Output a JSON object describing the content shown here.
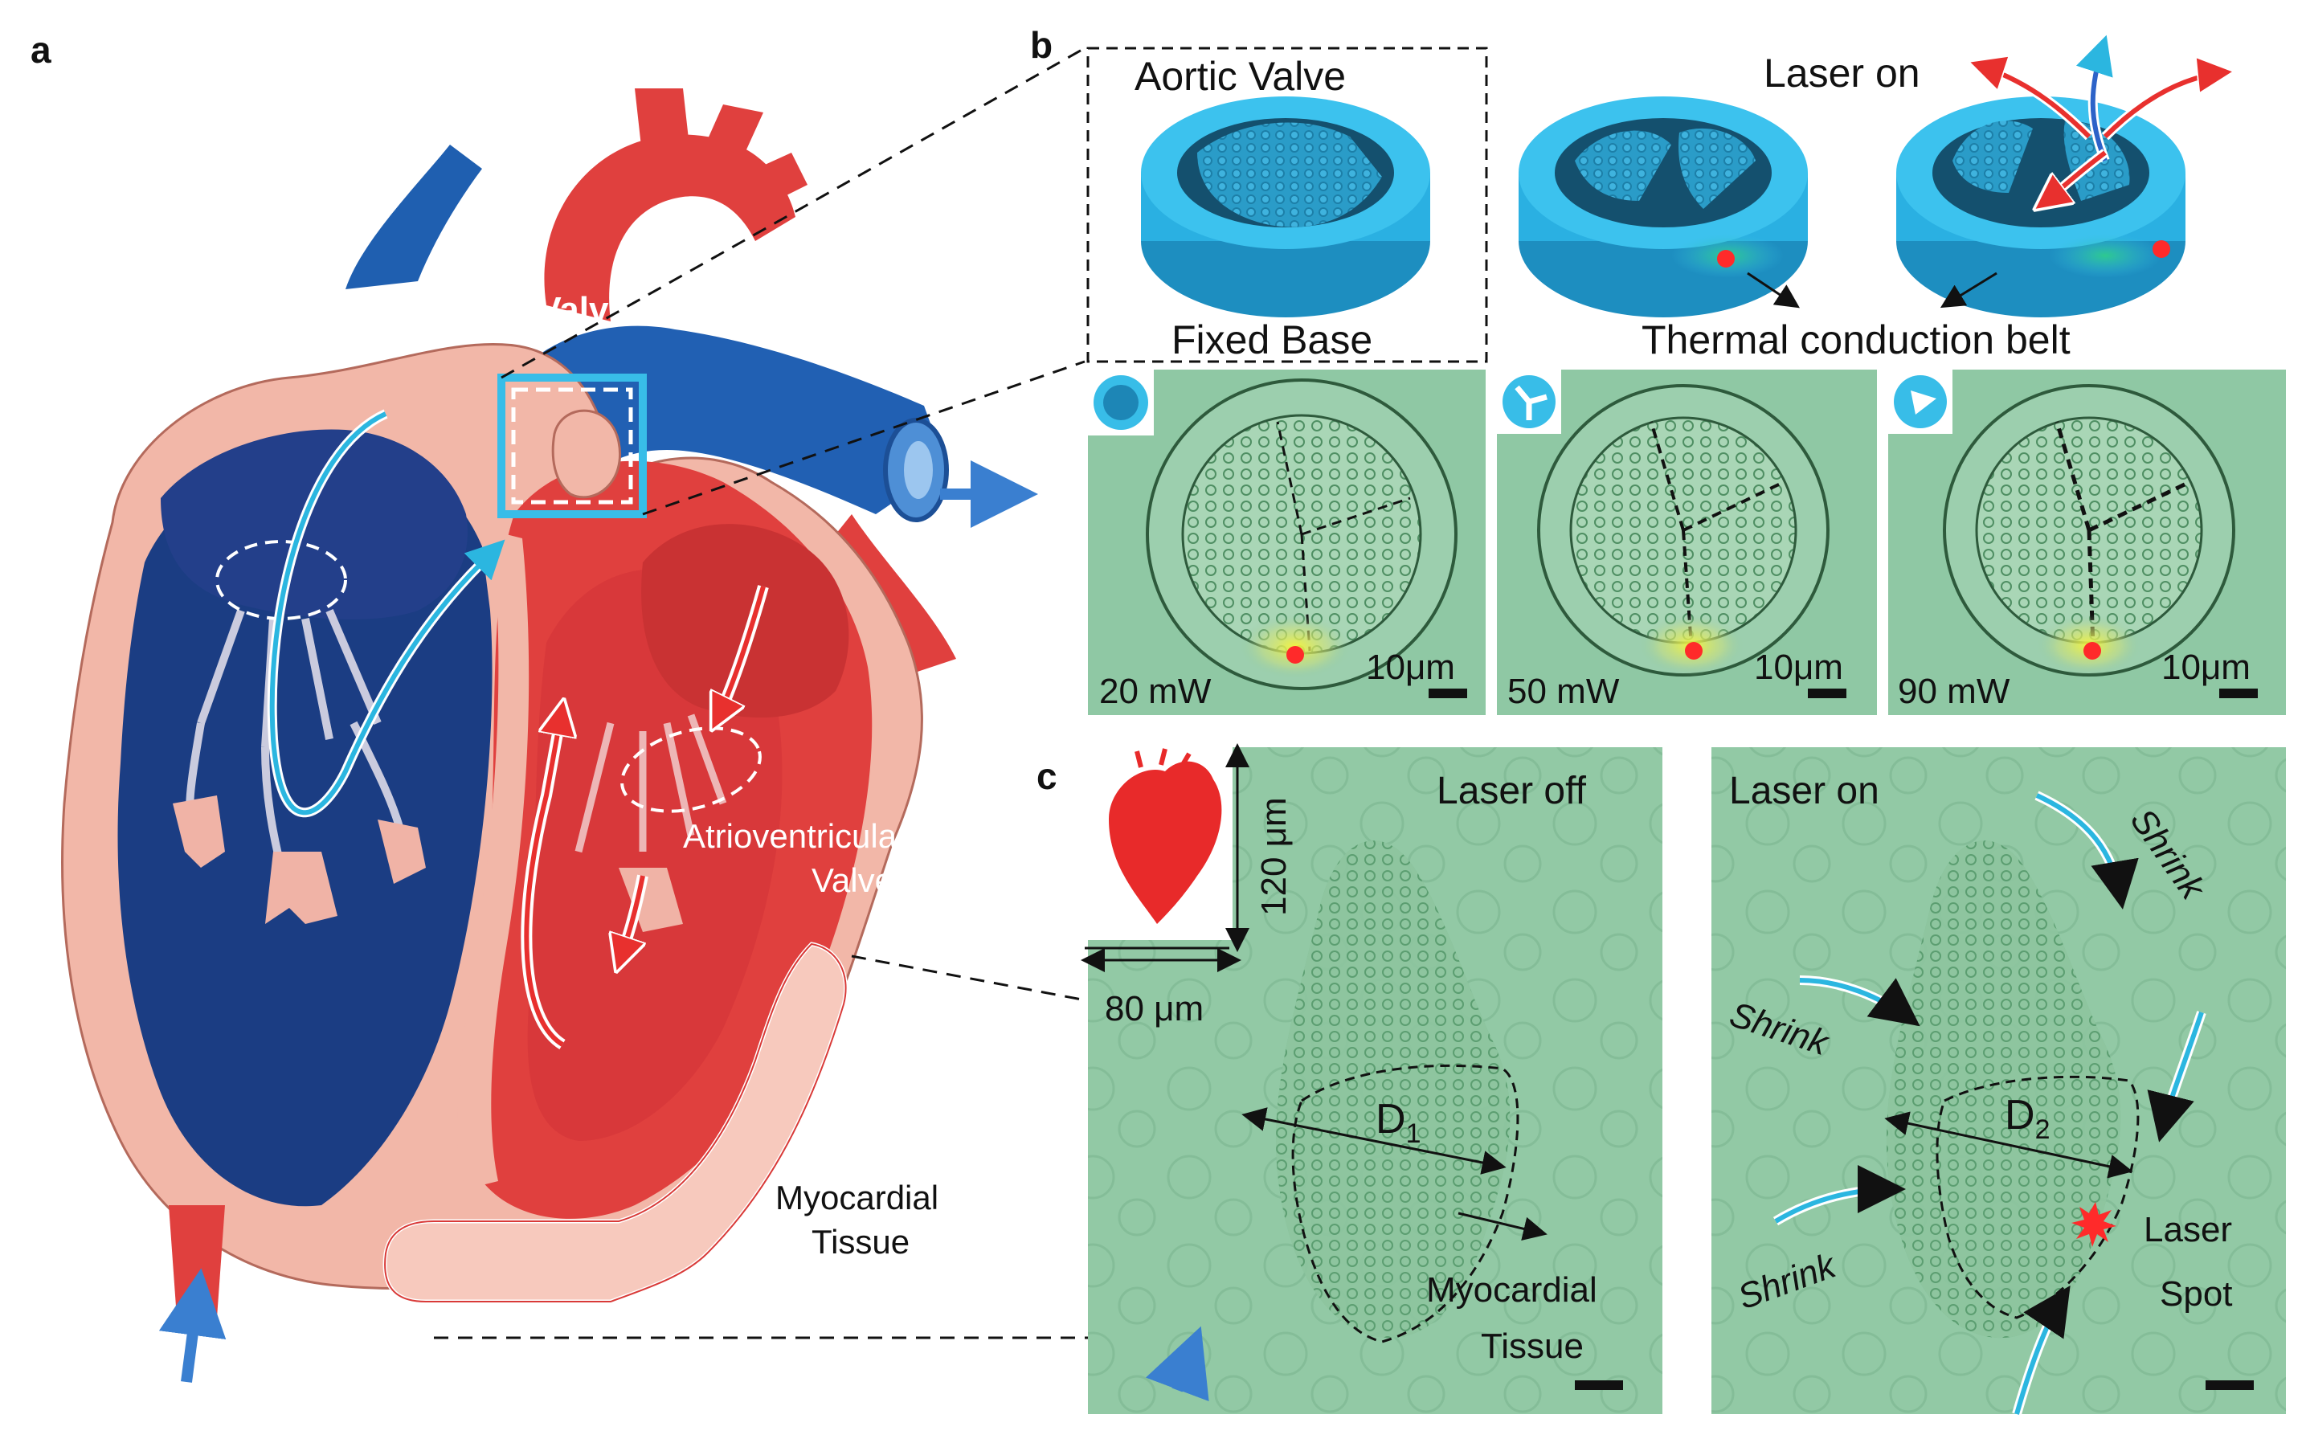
{
  "panel_labels": {
    "a": "a",
    "b": "b",
    "c": "c"
  },
  "panel_a": {
    "aortic_valve_label": "Aortic Valve",
    "av_valve_label_line1": "Atrioventricular",
    "av_valve_label_line2": "Valve",
    "myocardial_label_line1": "Myocardial",
    "myocardial_label_line2": "Tissue"
  },
  "panel_b": {
    "aortic_valve_title": "Aortic Valve",
    "fixed_base_label": "Fixed Base",
    "laser_on_label": "Laser on",
    "thermal_belt_label": "Thermal conduction belt",
    "micrographs": [
      {
        "power": "20 mW",
        "scale": "10μm"
      },
      {
        "power": "50 mW",
        "scale": "10μm"
      },
      {
        "power": "90 mW",
        "scale": "10μm"
      }
    ]
  },
  "panel_c": {
    "left": {
      "status": "Laser off",
      "height_label": "120 μm",
      "width_label": "80 μm",
      "diameter_label": "D",
      "diameter_sub": "1",
      "tissue_line1": "Myocardial",
      "tissue_line2": "Tissue"
    },
    "right": {
      "status": "Laser on",
      "shrink_labels": [
        "Shrink",
        "Shrink",
        "Shrink"
      ],
      "diameter_label": "D",
      "diameter_sub": "2",
      "spot_line1": "Laser",
      "spot_line2": "Spot"
    }
  },
  "colors": {
    "heart_red": "#e0403e",
    "heart_pink": "#f2b7a8",
    "vessel_blue": "#1f63b5",
    "valve_cyan": "#38bde8",
    "micrograph_green": "#8fc8a4",
    "laser_red": "#ff2a2a",
    "arrow_blue": "#3a7fd0"
  }
}
